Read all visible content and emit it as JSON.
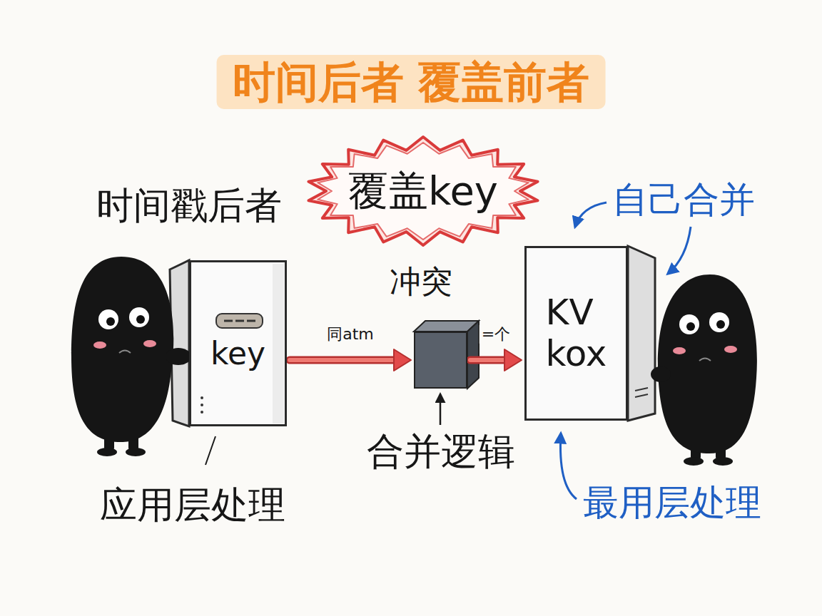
{
  "diagram": {
    "title": "时间后者 覆盖前者",
    "nodes": [
      {
        "text": [
          "覆盖key"
        ]
      },
      {
        "text": [
          "key"
        ]
      },
      {
        "text": [
          "合并逻辑"
        ]
      },
      {
        "text": [
          "KV kox"
        ]
      }
    ],
    "edges": [
      {
        "from": 1,
        "to": 2,
        "arrow": "to",
        "label": "同atm"
      },
      {
        "from": 2,
        "to": 3,
        "arrow": "to",
        "label": "=个"
      }
    ],
    "labels": [
      "时间戳后者",
      "冲突",
      "自己合并",
      "应用层处理",
      "最用层处理"
    ]
  }
}
